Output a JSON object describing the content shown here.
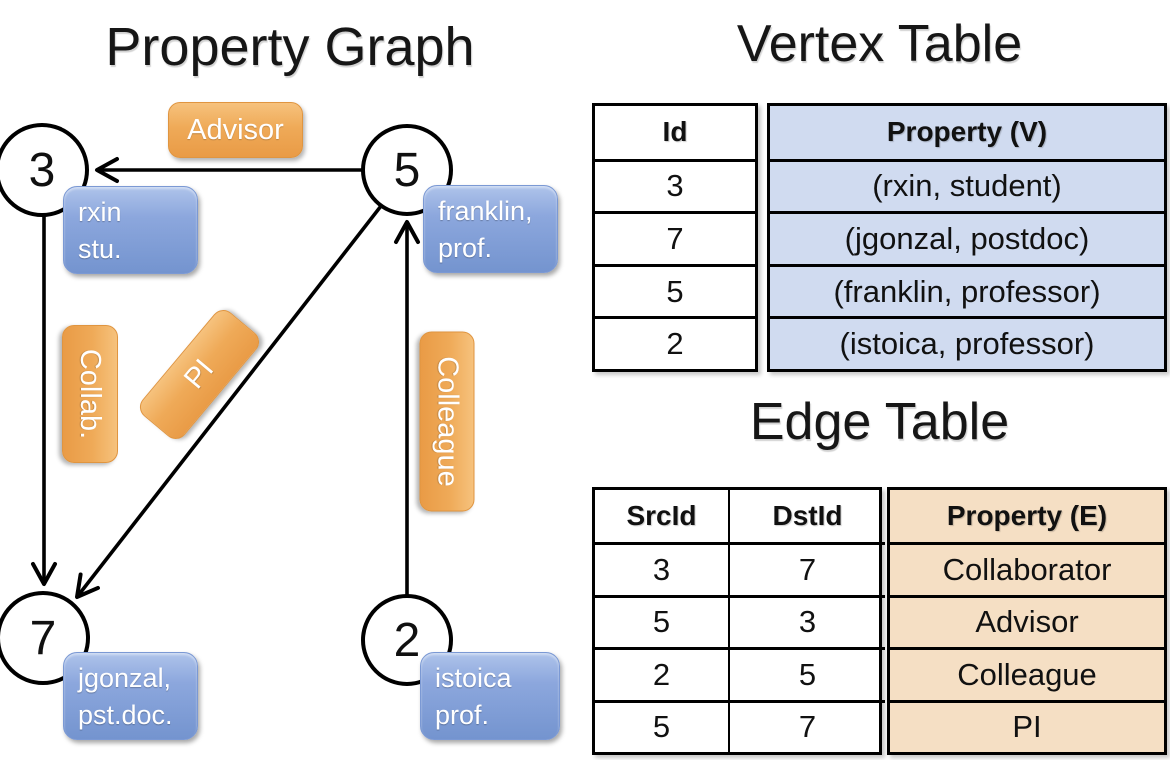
{
  "titles": {
    "graph": "Property Graph",
    "vertex": "Vertex Table",
    "edge": "Edge Table"
  },
  "graph": {
    "nodes": [
      {
        "id": "3",
        "property_lines": [
          "rxin",
          "stu."
        ]
      },
      {
        "id": "5",
        "property_lines": [
          "franklin,",
          "prof."
        ]
      },
      {
        "id": "7",
        "property_lines": [
          "jgonzal,",
          "pst.doc."
        ]
      },
      {
        "id": "2",
        "property_lines": [
          "istoica",
          "prof."
        ]
      }
    ],
    "edge_labels": {
      "advisor": "Advisor",
      "collab": "Collab.",
      "pi": "PI",
      "colleague": "Colleague"
    }
  },
  "vertex_table": {
    "columns": [
      "Id",
      "Property (V)"
    ],
    "rows": [
      [
        "3",
        "(rxin, student)"
      ],
      [
        "7",
        "(jgonzal, postdoc)"
      ],
      [
        "5",
        "(franklin, professor)"
      ],
      [
        "2",
        "(istoica, professor)"
      ]
    ]
  },
  "edge_table": {
    "columns": [
      "SrcId",
      "DstId",
      "Property (E)"
    ],
    "rows": [
      [
        "3",
        "7",
        "Collaborator"
      ],
      [
        "5",
        "3",
        "Advisor"
      ],
      [
        "2",
        "5",
        "Colleague"
      ],
      [
        "5",
        "7",
        "PI"
      ]
    ]
  },
  "colors": {
    "edge_label_orange": "#EFA855",
    "node_property_blue": "#7E9DD7",
    "vertex_cell_blue": "#D0DBF0",
    "edge_cell_orange": "#F5DFC4",
    "line_black": "#000000"
  }
}
